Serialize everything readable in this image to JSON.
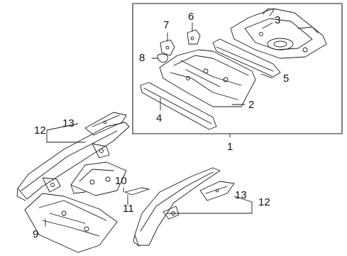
{
  "callouts": {
    "c1": "1",
    "c2": "2",
    "c3": "3",
    "c4": "4",
    "c5": "5",
    "c6": "6",
    "c7": "7",
    "c8": "8",
    "c9": "9",
    "c10": "10",
    "c11": "11",
    "c12_left": "12",
    "c13_left": "13",
    "c12_right": "12",
    "c13_right": "13"
  },
  "colors": {
    "line": "#1a1a1a",
    "background": "#ffffff"
  }
}
